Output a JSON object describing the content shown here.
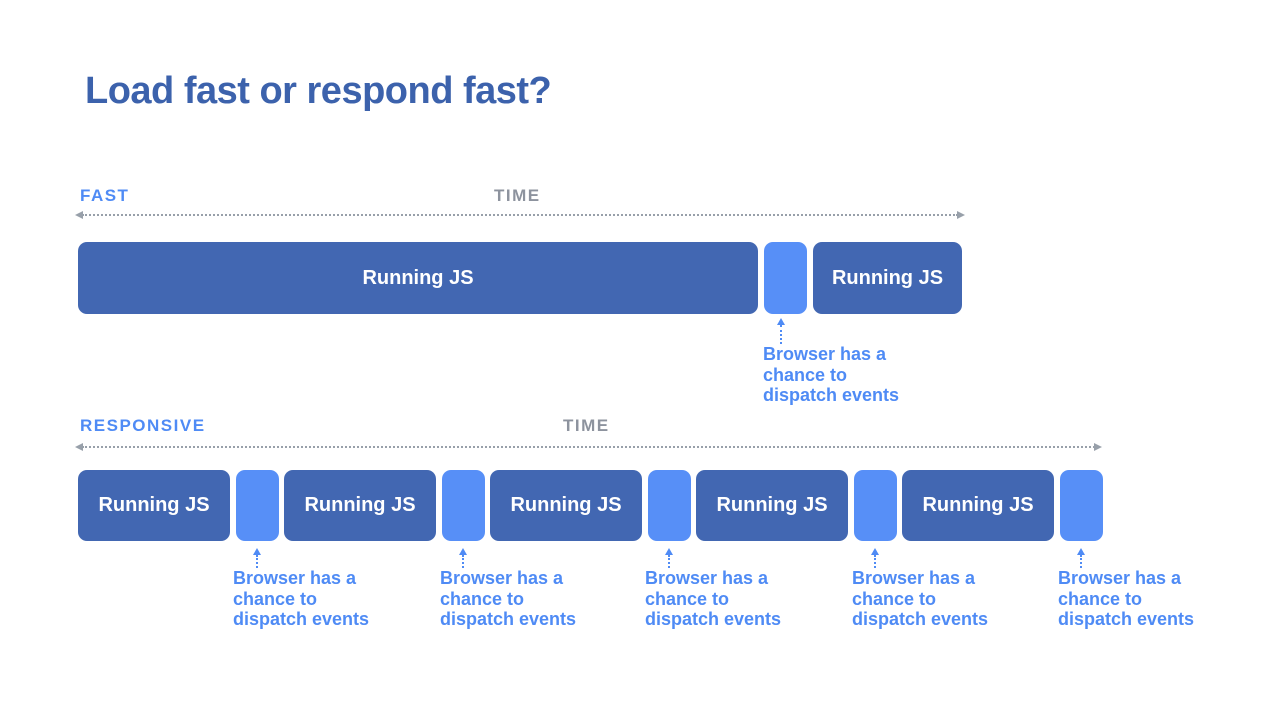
{
  "title": "Load fast or respond fast?",
  "colors": {
    "title_blue": "#3c62ac",
    "block_dark_blue": "#4267b2",
    "block_light_blue": "#578ff7",
    "accent_blue": "#4f8bf5",
    "axis_gray": "#98a0aa",
    "background": "#ffffff"
  },
  "fast": {
    "label": "FAST",
    "time_label": "TIME",
    "blocks": [
      {
        "type": "running-js",
        "label": "Running JS"
      },
      {
        "type": "idle-gap",
        "label": ""
      },
      {
        "type": "running-js",
        "label": "Running JS"
      }
    ],
    "annotations": [
      {
        "lines": [
          "Browser has a",
          "chance to",
          "dispatch events"
        ]
      }
    ]
  },
  "responsive": {
    "label": "RESPONSIVE",
    "time_label": "TIME",
    "blocks": [
      {
        "type": "running-js",
        "label": "Running JS"
      },
      {
        "type": "idle-gap",
        "label": ""
      },
      {
        "type": "running-js",
        "label": "Running JS"
      },
      {
        "type": "idle-gap",
        "label": ""
      },
      {
        "type": "running-js",
        "label": "Running JS"
      },
      {
        "type": "idle-gap",
        "label": ""
      },
      {
        "type": "running-js",
        "label": "Running JS"
      },
      {
        "type": "idle-gap",
        "label": ""
      },
      {
        "type": "running-js",
        "label": "Running JS"
      },
      {
        "type": "idle-gap",
        "label": ""
      }
    ],
    "annotations": [
      {
        "lines": [
          "Browser has a",
          "chance to",
          "dispatch events"
        ]
      },
      {
        "lines": [
          "Browser has a",
          "chance to",
          "dispatch events"
        ]
      },
      {
        "lines": [
          "Browser has a",
          "chance to",
          "dispatch events"
        ]
      },
      {
        "lines": [
          "Browser has a",
          "chance to",
          "dispatch events"
        ]
      },
      {
        "lines": [
          "Browser has a",
          "chance to",
          "dispatch events"
        ]
      }
    ]
  }
}
